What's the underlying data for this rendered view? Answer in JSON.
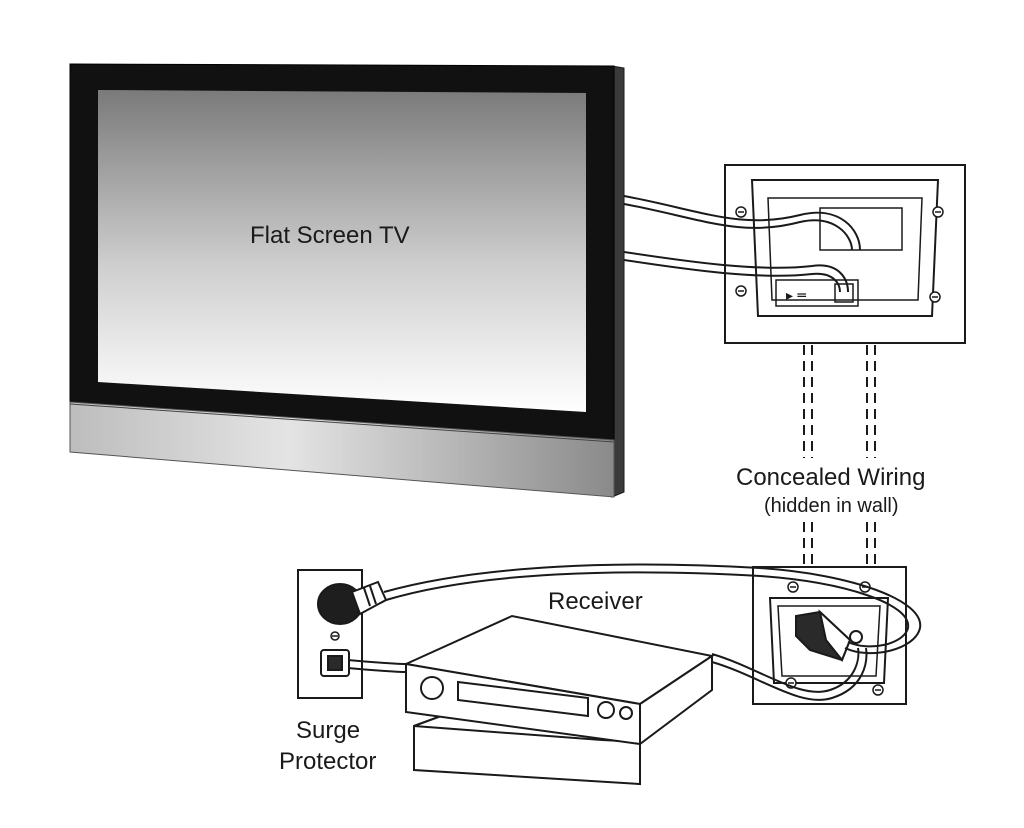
{
  "labels": {
    "tv": "Flat Screen TV",
    "concealed_wiring": "Concealed Wiring",
    "hidden_in_wall": "(hidden in wall)",
    "receiver": "Receiver",
    "surge_line1": "Surge",
    "surge_line2": "Protector"
  },
  "colors": {
    "outline": "#1a1a1a",
    "tv_bezel": "#111111",
    "tv_stand_light": "#d9d9d9",
    "tv_stand_dark": "#8c8c8c",
    "screen_top": "#7a7a7a",
    "screen_bottom": "#ffffff"
  }
}
